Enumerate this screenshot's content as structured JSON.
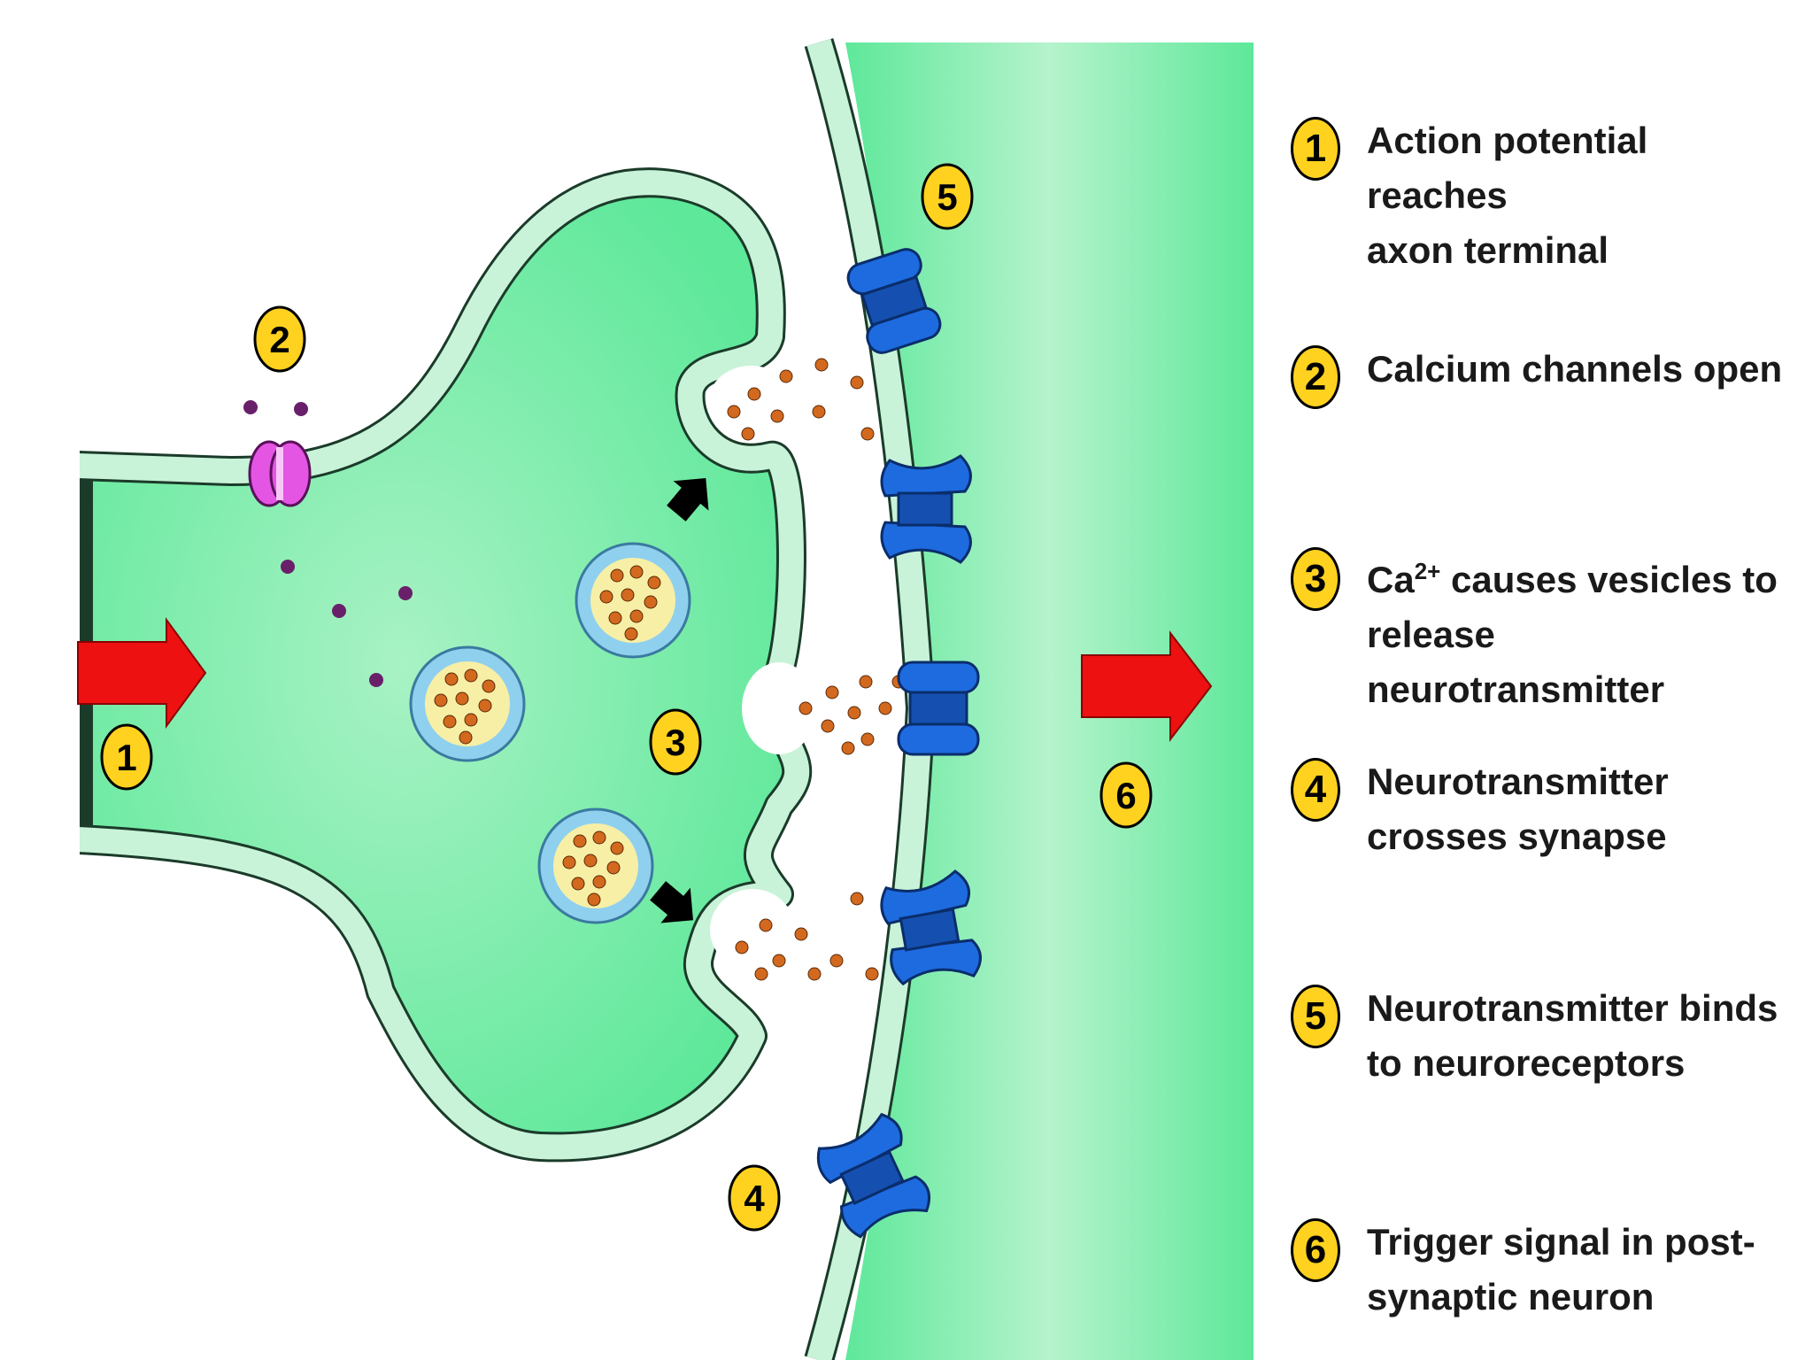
{
  "legend": [
    {
      "num": "1",
      "text": "Action potential reaches\naxon terminal"
    },
    {
      "num": "2",
      "text": "Calcium channels open"
    },
    {
      "num": "3",
      "pre": "Ca",
      "sup": "2+",
      "post": " causes vesicles to\nrelease neurotransmitter"
    },
    {
      "num": "4",
      "text": "Neurotransmitter\ncrosses synapse"
    },
    {
      "num": "5",
      "text": "Neurotransmitter binds\nto neuroreceptors"
    },
    {
      "num": "6",
      "text": "Trigger signal in post-\nsynaptic neuron"
    }
  ],
  "diagram_numbers": {
    "n1": "1",
    "n2": "2",
    "n3": "3",
    "n4": "4",
    "n5": "5",
    "n6": "6"
  },
  "colors": {
    "cytoplasm": "#5ee89a",
    "cytoplasm_light": "#b9f5cf",
    "membrane": "#c8f3d8",
    "membrane_stroke": "#1b3b2a",
    "receptor": "#1e6be0",
    "calcium_channel": "#e455e4",
    "vesicle_outer": "#8fd0ee",
    "vesicle_inner": "#f7efa6",
    "neurotransmitter": "#d2691e",
    "calcium_ion": "#6a1f6a",
    "arrow": "#ee1111",
    "badge": "#ffd21f"
  }
}
